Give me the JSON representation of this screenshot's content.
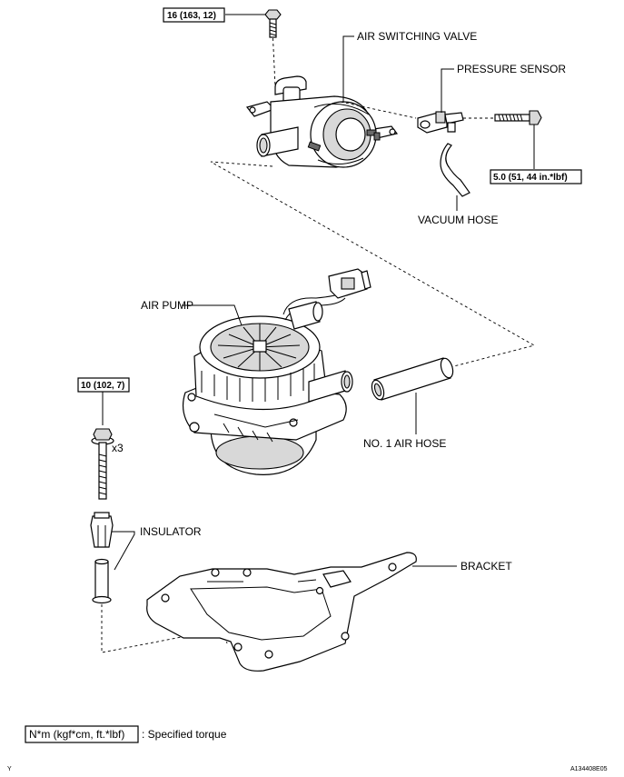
{
  "labels": {
    "air_switching_valve": "AIR SWITCHING VALVE",
    "pressure_sensor": "PRESSURE SENSOR",
    "vacuum_hose": "VACUUM HOSE",
    "air_pump": "AIR PUMP",
    "no1_air_hose": "NO. 1 AIR HOSE",
    "insulator": "INSULATOR",
    "bracket": "BRACKET"
  },
  "torques": {
    "valve_bolt": "16 (163, 12)",
    "sensor_bolt": "5.0 (51, 44 in.*lbf)",
    "pump_bolt": "10 (102, 7)"
  },
  "quantity": "x3",
  "legend": {
    "unit_box": "N*m (kgf*cm, ft.*lbf)",
    "description": ": Specified torque"
  },
  "corner_mark": "Y",
  "figure_code": "A134408E05"
}
